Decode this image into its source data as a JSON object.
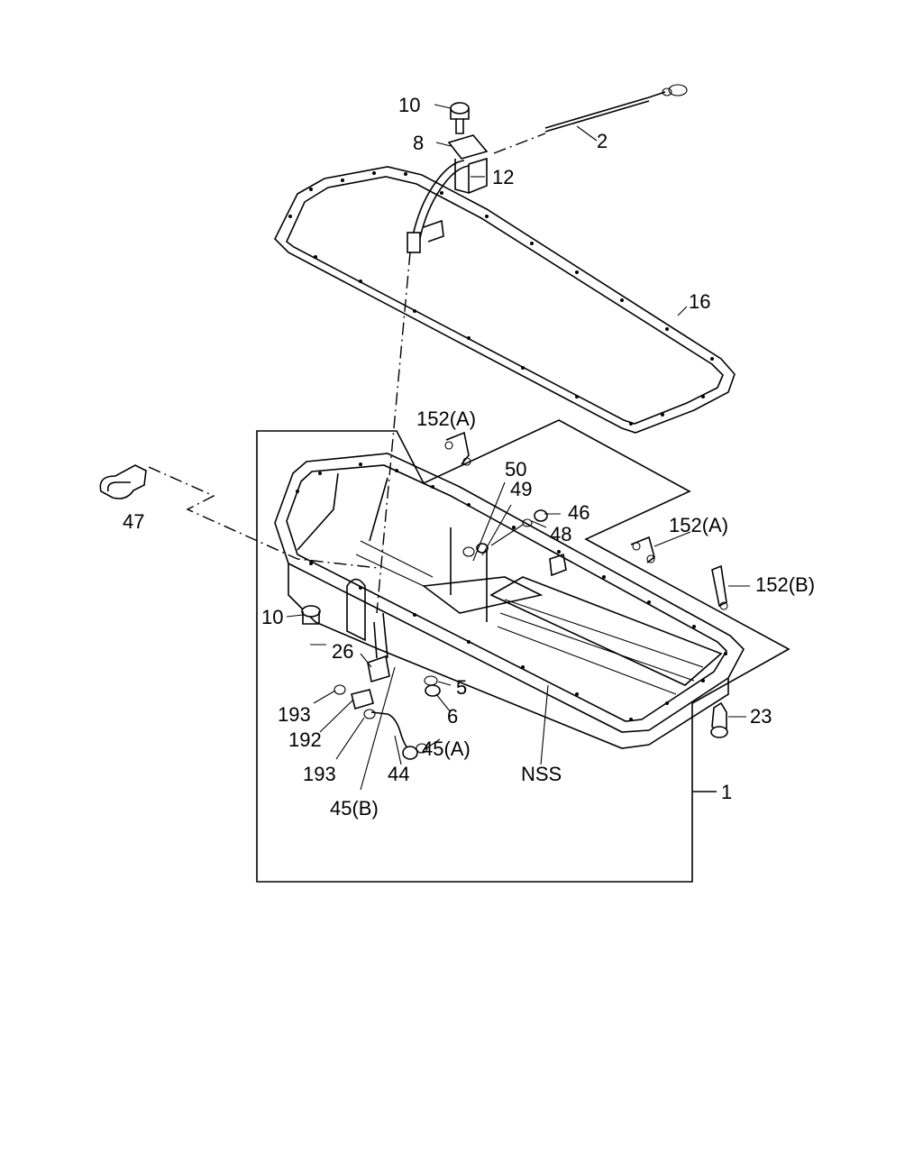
{
  "callouts": {
    "c10_top": "10",
    "c8": "8",
    "c2": "2",
    "c12": "12",
    "c16": "16",
    "c152a_1": "152(A)",
    "c50": "50",
    "c49": "49",
    "c46": "46",
    "c48": "48",
    "c152a_2": "152(A)",
    "c152b": "152(B)",
    "c47": "47",
    "c10_mid": "10",
    "c26": "26",
    "c5": "5",
    "c6": "6",
    "c193_a": "193",
    "c192": "192",
    "c193_b": "193",
    "c45a": "45(A)",
    "c44": "44",
    "c45b": "45(B)",
    "cNSS": "NSS",
    "c23": "23",
    "c1": "1"
  }
}
